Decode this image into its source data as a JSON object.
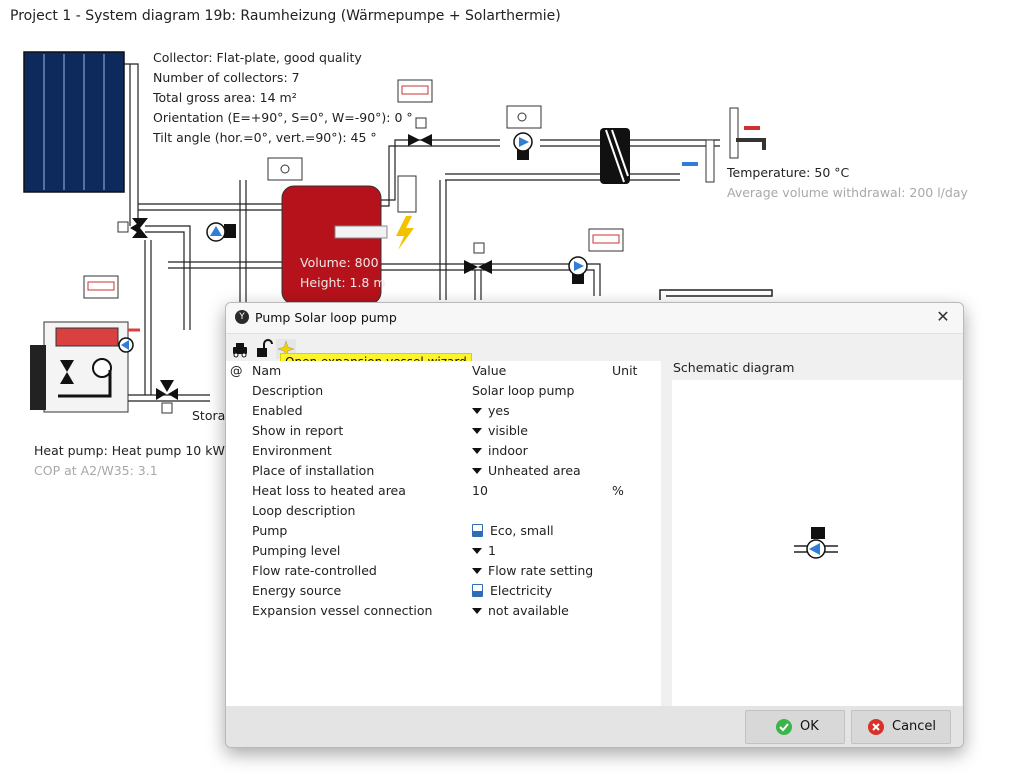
{
  "window_title": "Project 1 - System diagram 19b: Raumheizung (Wärmepumpe + Solarthermie)",
  "collector_info": [
    "Collector: Flat-plate, good quality",
    "Number of collectors: 7",
    "Total gross area: 14 m²",
    "Orientation (E=+90°, S=0°, W=-90°): 0 °",
    "Tilt angle (hor.=0°, vert.=90°): 45 °"
  ],
  "storage_info": {
    "volume": "Volume: 800",
    "height": "Height: 1.8 m",
    "label": "Stora"
  },
  "dhw_info": {
    "temperature": "Temperature: 50 °C",
    "withdrawal": "Average volume withdrawal: 200 l/day"
  },
  "heat_pump_info": {
    "name": "Heat pump: Heat pump 10 kW",
    "cop": "COP at A2/W35: 3.1"
  },
  "colors": {
    "collector": "#0e2a5c",
    "tank": "#b5121b",
    "pump_blue": "#2f7fd6",
    "tooltip": "#fcf52e"
  },
  "dialog": {
    "title": "Pump Solar loop pump",
    "close_icon": "close-icon",
    "toolbar": [
      "pump-car-icon",
      "unlock-icon",
      "wizard-sparkle-icon"
    ],
    "tooltip": "Open expansion vessel wizard",
    "columns": {
      "at": "@",
      "name": "Nam",
      "value": "Value",
      "unit": "Unit"
    },
    "properties": [
      {
        "name": "Description",
        "value": "Solar loop pump",
        "control": "text"
      },
      {
        "name": "Enabled",
        "value": "yes",
        "control": "dropdown"
      },
      {
        "name": "Show in report",
        "value": "visible",
        "control": "dropdown"
      },
      {
        "name": "Environment",
        "value": "indoor",
        "control": "dropdown"
      },
      {
        "name": "Place of installation",
        "value": "Unheated area",
        "control": "dropdown"
      },
      {
        "name": "Heat loss to heated area",
        "value": "10",
        "unit": "%",
        "control": "text"
      },
      {
        "name": "Loop description",
        "value": "",
        "control": "text"
      },
      {
        "name": "Pump",
        "value": "Eco, small",
        "control": "database"
      },
      {
        "name": "Pumping level",
        "value": "1",
        "control": "dropdown"
      },
      {
        "name": "Flow rate-controlled",
        "value": "Flow rate setting",
        "control": "dropdown"
      },
      {
        "name": "Energy source",
        "value": "Electricity",
        "control": "database"
      },
      {
        "name": "Expansion vessel connection",
        "value": "not available",
        "control": "dropdown"
      }
    ],
    "schematic_label": "Schematic diagram",
    "ok_label": "OK",
    "cancel_label": "Cancel"
  }
}
